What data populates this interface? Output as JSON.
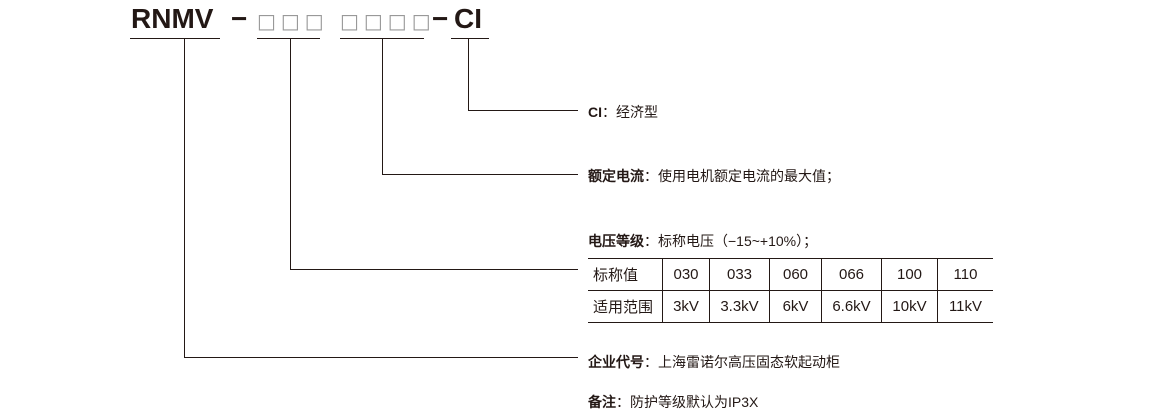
{
  "code": {
    "prefix": "RNMV",
    "dash": "−",
    "boxes3": "□□□",
    "boxes4": "□□□□",
    "suffix": "CI"
  },
  "labels": [
    {
      "key": "CI",
      "sep": "：",
      "value": "经济型"
    },
    {
      "key": "额定电流",
      "sep": "：",
      "value": "使用电机额定电流的最大值；"
    },
    {
      "key": "电压等级",
      "sep": "：",
      "value": "标称电压（−15~+10%）；"
    },
    {
      "key": "企业代号",
      "sep": "：",
      "value": "上海雷诺尔高压固态软起动柜"
    },
    {
      "key": "备注",
      "sep": "：",
      "value": "防护等级默认为IP3X"
    }
  ],
  "table": {
    "rows": [
      [
        "标称值",
        "030",
        "033",
        "060",
        "066",
        "100",
        "110"
      ],
      [
        "适用范围",
        "3kV",
        "3.3kV",
        "6kV",
        "6.6kV",
        "10kV",
        "11kV"
      ]
    ]
  }
}
